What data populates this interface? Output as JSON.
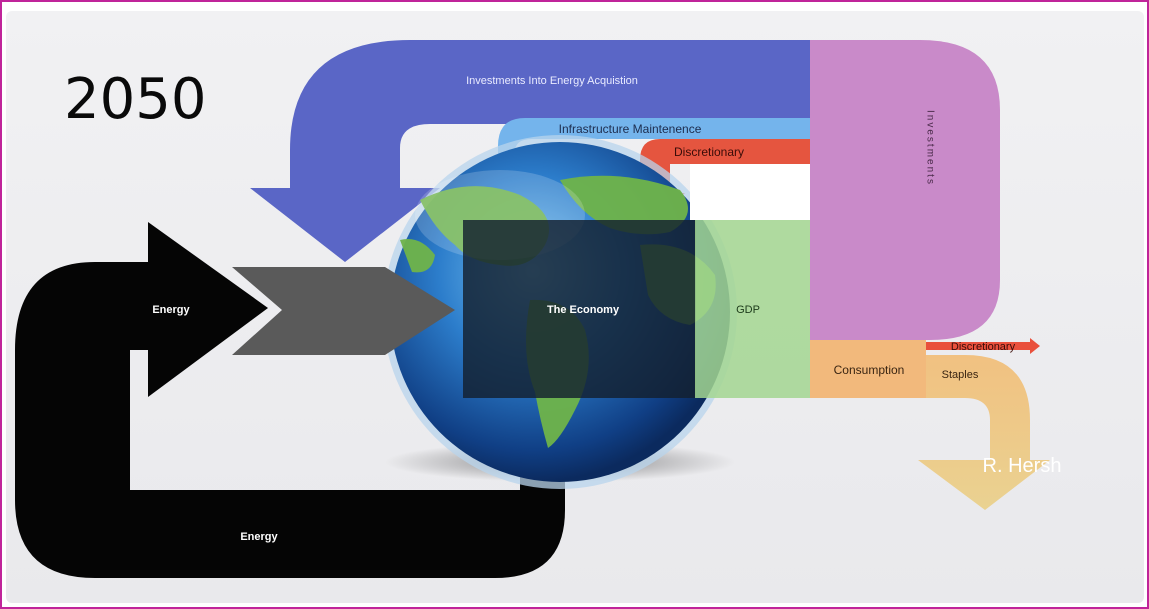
{
  "year": "2050",
  "labels": {
    "investments_into_energy": "Investments Into Energy Acquistion",
    "infrastructure": "Infrastructure Maintenence",
    "discretionary_top": "Discretionary",
    "investments_vertical": "Investments",
    "energy_arrow": "Energy",
    "economy": "The Economy",
    "gdp": "GDP",
    "consumption": "Consumption",
    "discretionary_right": "Discretionary",
    "staples": "Staples",
    "energy_loop": "Energy",
    "signature": "R. Hersh"
  },
  "colors": {
    "investment_blue": "#5a66c6",
    "maintenance_blue": "#74b4ec",
    "discretionary_red": "#e85a46",
    "investments_purple": "#c98ac9",
    "gdp_green": "#a3d690",
    "consumption_orange": "#f2b97c",
    "staples_tan": "#eacb8a",
    "energy_black": "#050505",
    "connector_gray": "#5a5a5a",
    "economy_dark": "#1b2a3a",
    "globe_blue": "#1e6ab8",
    "frame_magenta": "#c0249a"
  }
}
